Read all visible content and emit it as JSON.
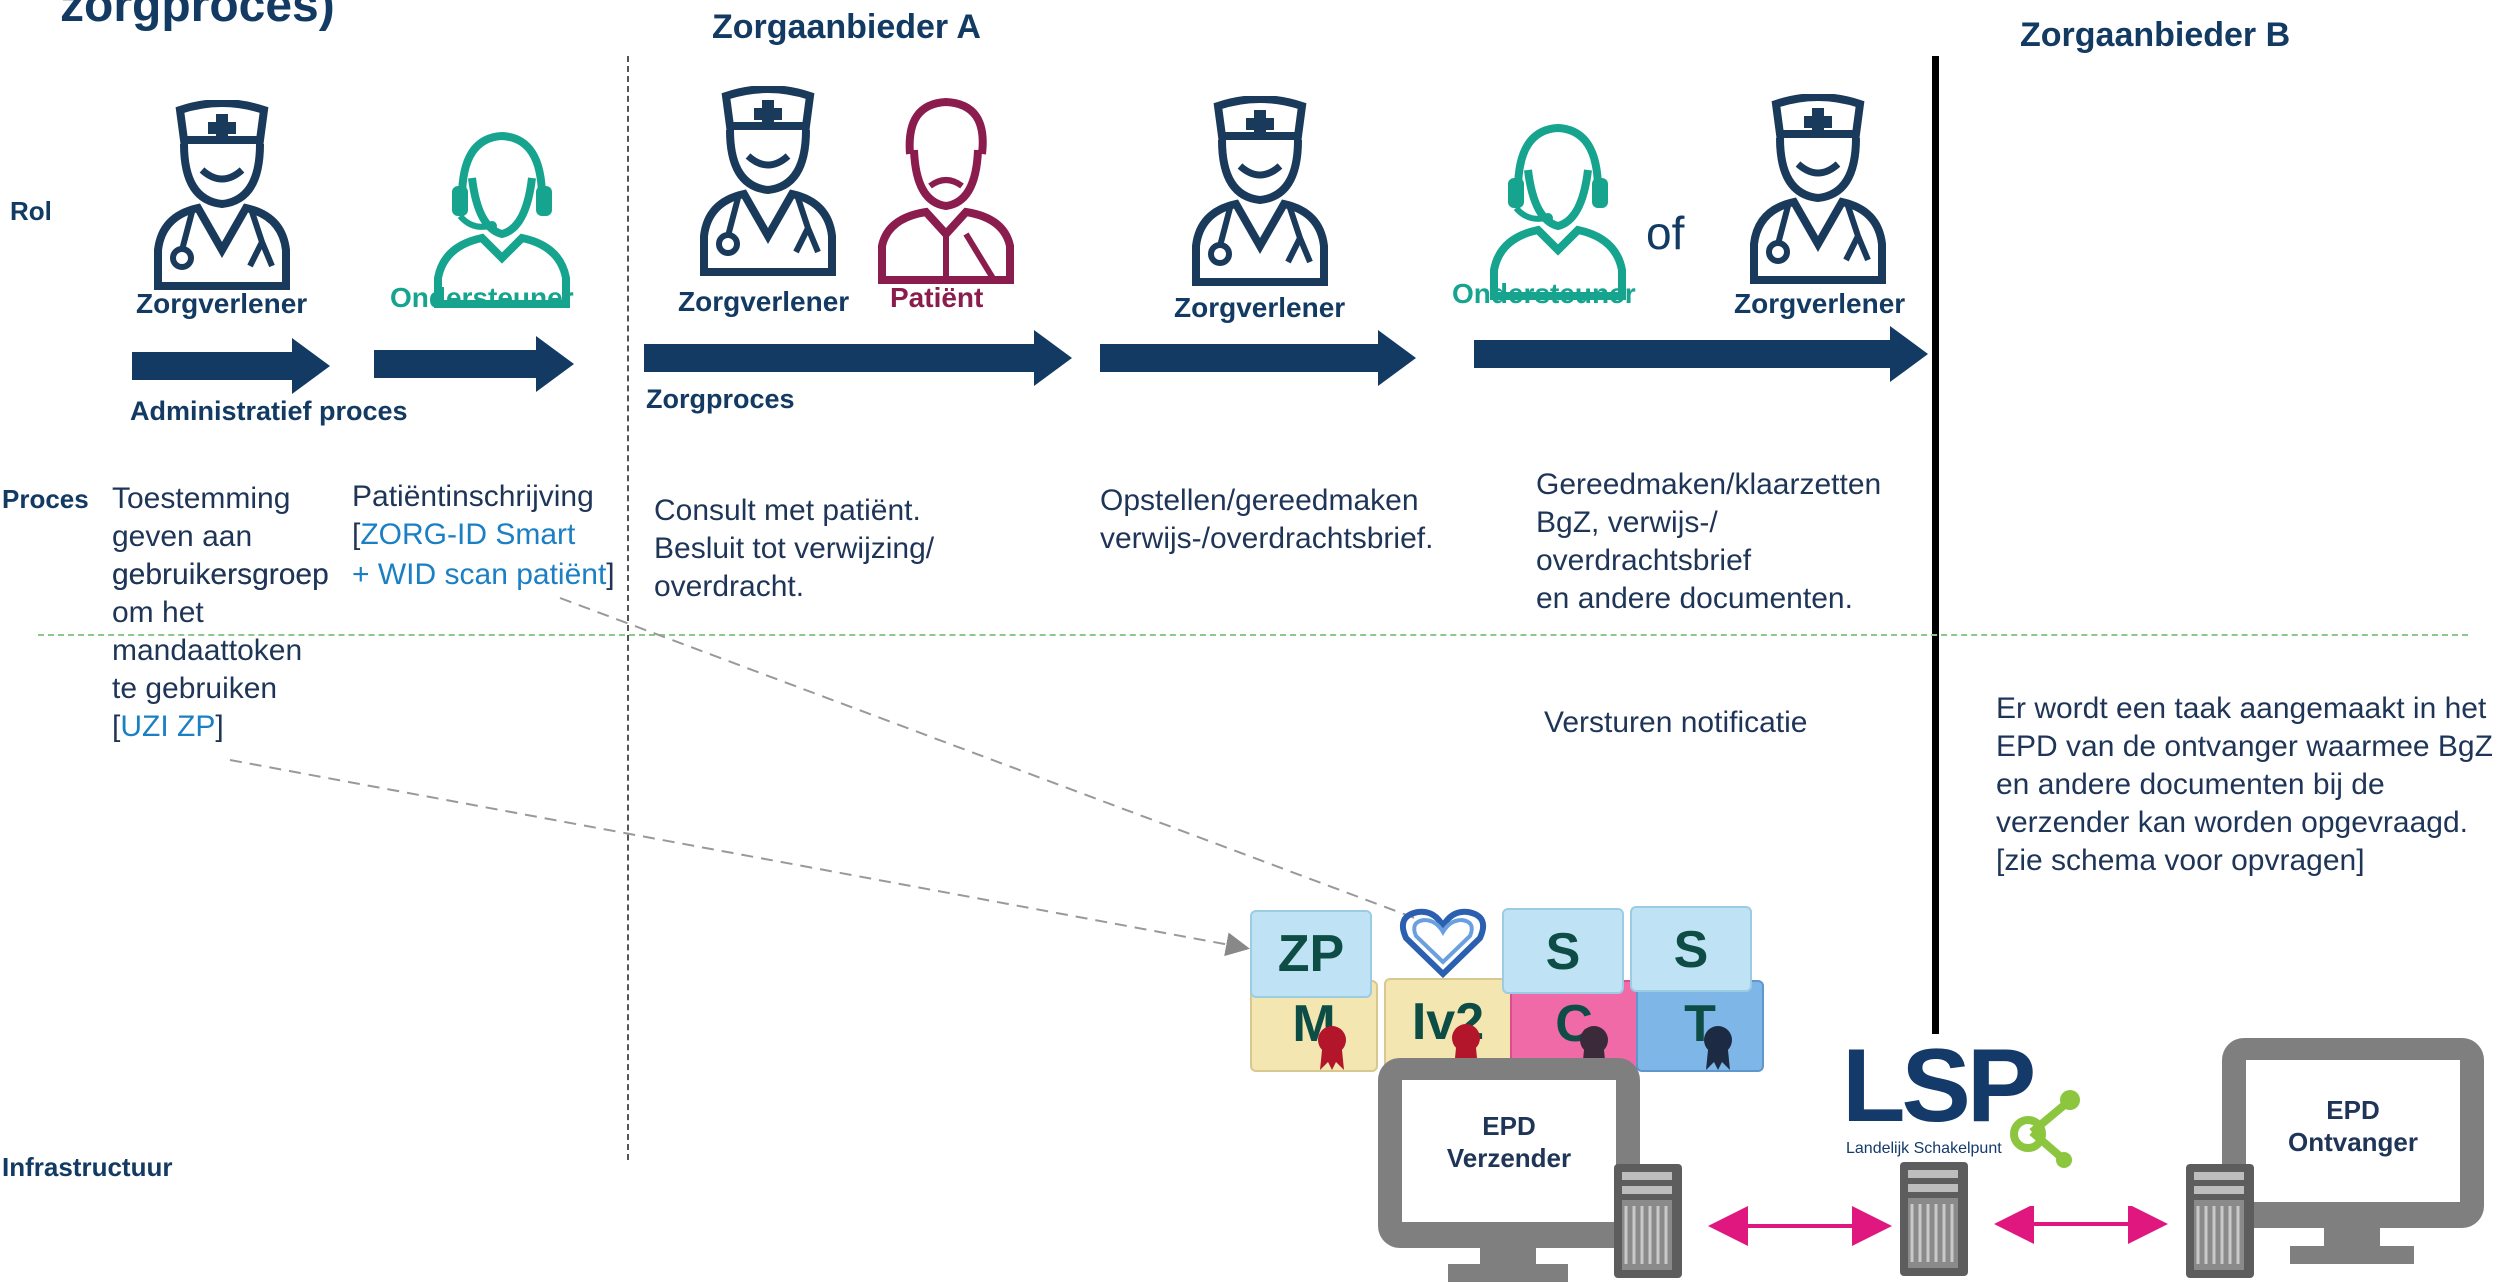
{
  "header": {
    "title_fragment": "zorgproces)",
    "provider_a": "Zorgaanbieder A",
    "provider_b": "Zorgaanbieder B"
  },
  "row_labels": {
    "rol": "Rol",
    "proces": "Proces",
    "infrastructuur": "Infrastructuur"
  },
  "roles": {
    "zorgverlener": "Zorgverlener",
    "ondersteuner": "Ondersteuner",
    "patient": "Patiënt",
    "of": "of"
  },
  "flows": {
    "administratief": "Administratief proces",
    "zorgproces": "Zorgproces"
  },
  "process": {
    "step1": [
      "Toestemming",
      "geven aan",
      "gebruikersgroep",
      "om het",
      "mandaattoken",
      "te gebruiken"
    ],
    "step1_ref_open": "[",
    "step1_ref": "UZI ZP",
    "step1_ref_close": "]",
    "step2_line1": "Patiëntinschrijving",
    "step2_ref_line1": "ZORG-ID Smart",
    "step2_ref_line2": "+ WID scan patiënt",
    "step3": [
      "Consult met patiënt.",
      "Besluit tot verwijzing/",
      "overdracht."
    ],
    "step4": [
      "Opstellen/gereedmaken",
      "verwijs-/overdrachtsbrief."
    ],
    "step5": [
      "Gereedmaken/klaarzetten",
      "BgZ, verwijs-/",
      "overdrachtsbrief",
      "en andere documenten."
    ],
    "notification": "Versturen notificatie",
    "receiver_note": [
      "Er wordt een taak aangemaakt in het",
      "EPD van de ontvanger waarmee BgZ",
      "en andere documenten bij de",
      "verzender kan worden opgevraagd.",
      "[zie schema voor opvragen]"
    ]
  },
  "cards": {
    "top": [
      "ZP",
      "",
      "S",
      "S"
    ],
    "bottom": [
      "M",
      "Iv2",
      "C",
      "T"
    ],
    "colors": {
      "uzi_card": "#bfe3f5",
      "yellow": "#f3e6b0",
      "pink": "#f06aa8",
      "blue": "#7fb6e8"
    }
  },
  "infrastructure": {
    "sender_line1": "EPD",
    "sender_line2": "Verzender",
    "receiver_line1": "EPD",
    "receiver_line2": "Ontvanger",
    "lsp_logo": "LSP",
    "lsp_subtitle": "Landelijk Schakelpunt"
  },
  "colors": {
    "navy": "#123a63",
    "teal": "#16a48f",
    "plum": "#8b1c4e",
    "link_blue": "#1b7fc4",
    "divider_green": "#8cc78c",
    "connector_pink": "#e0177f"
  }
}
